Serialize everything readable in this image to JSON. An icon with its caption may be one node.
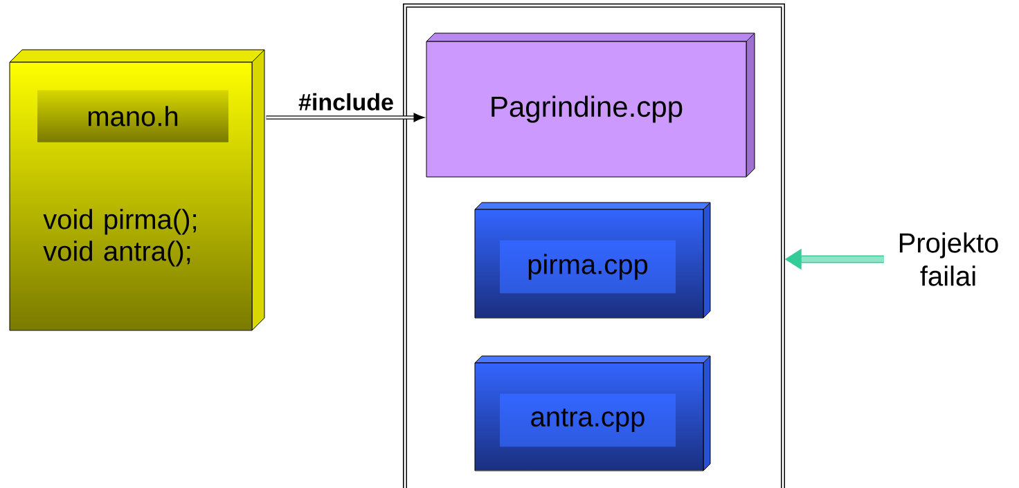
{
  "diagram": {
    "nodes": [
      {
        "text": [
          "mano.h",
          "void pirma(); void antra();"
        ]
      },
      {
        "text": [],
        "shape": "box"
      },
      {
        "text": [
          "Pagrindine.cpp"
        ],
        "in": 1
      },
      {
        "text": [
          "pirma.cpp"
        ],
        "in": 1
      },
      {
        "text": [
          "antra.cpp"
        ],
        "in": 1
      },
      {
        "text": [
          "Projekto failai"
        ]
      }
    ],
    "edges": [
      {
        "from": 0,
        "to": 2,
        "arrow": "to",
        "label": "#include"
      },
      {
        "from": 5,
        "to": 1,
        "arrow": "to",
        "style": "thick",
        "color": "#33cc99"
      }
    ]
  }
}
